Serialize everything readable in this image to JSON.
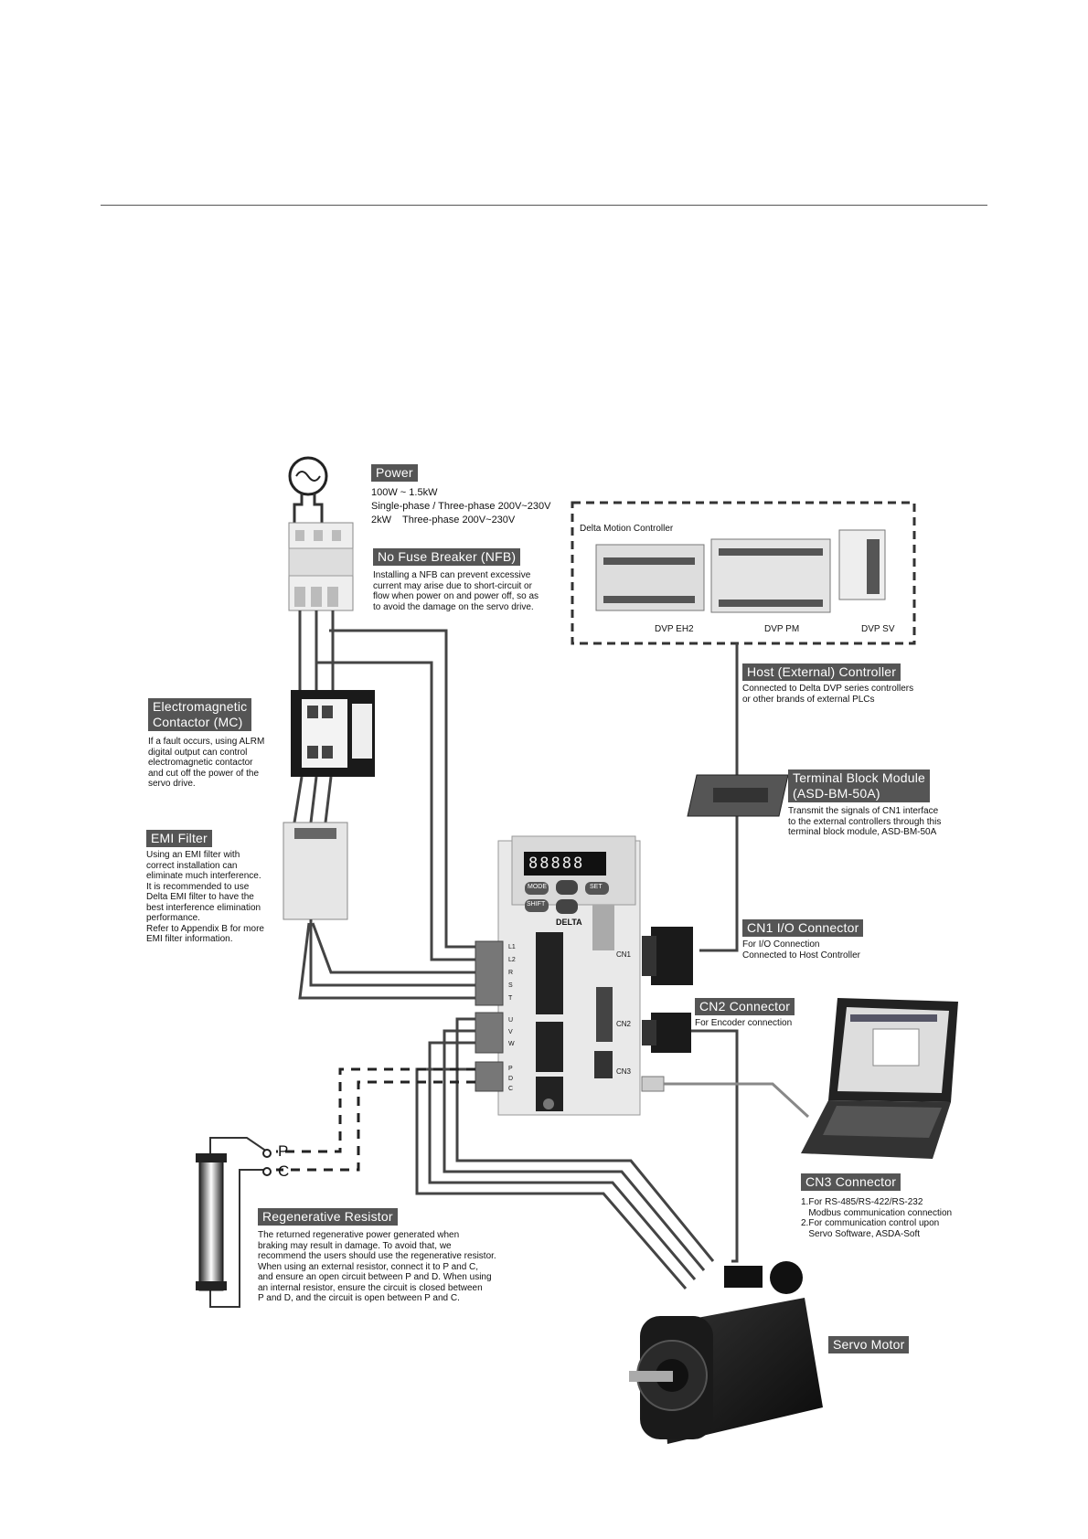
{
  "power": {
    "title": "Power",
    "lines": [
      "100W ~ 1.5kW",
      "Single-phase / Three-phase 200V~230V",
      "2kW    Three-phase 200V~230V"
    ]
  },
  "nfb": {
    "title": "No Fuse Breaker (NFB)",
    "lines": [
      "Installing a NFB can prevent excessive",
      "current may arise due to short-circuit or",
      "flow when power on and power off, so as",
      "to avoid the damage on the servo drive."
    ]
  },
  "controller": {
    "box_title": "Delta Motion Controller",
    "models": [
      "DVP EH2",
      "DVP PM",
      "DVP SV"
    ]
  },
  "host": {
    "title": "Host (External) Controller",
    "lines": [
      "Connected to Delta DVP series controllers",
      "or other brands of external PLCs"
    ]
  },
  "mc": {
    "title_l1": "Electromagnetic",
    "title_l2": "Contactor (MC)",
    "lines": [
      "If a fault occurs, using ALRM",
      "digital output can control",
      "electromagnetic contactor",
      "and cut off the power of the",
      "servo drive."
    ]
  },
  "terminal": {
    "title_l1": "Terminal Block Module",
    "title_l2": "(ASD-BM-50A)",
    "lines": [
      "Transmit the signals of CN1 interface",
      "to the external controllers through this",
      "terminal block module, ASD-BM-50A"
    ]
  },
  "emi": {
    "title": "EMI Filter",
    "lines": [
      "Using an EMI filter with",
      "correct installation can",
      "eliminate much interference.",
      "It is recommended to use",
      "Delta EMI filter to have the",
      "best interference elimination",
      "performance.",
      "Refer to Appendix B for more",
      "EMI filter information."
    ]
  },
  "cn1": {
    "title": "CN1 I/O Connector",
    "lines": [
      "For I/O Connection",
      "Connected to Host Controller"
    ]
  },
  "cn2": {
    "title": "CN2 Connector",
    "lines": [
      "For Encoder connection"
    ]
  },
  "cn3": {
    "title": "CN3 Connector",
    "lines": [
      "1.For RS-485/RS-422/RS-232",
      "   Modbus communication connection",
      "2.For communication control upon",
      "   Servo Software, ASDA-Soft"
    ]
  },
  "regen": {
    "title": "Regenerative Resistor",
    "lines": [
      "The returned regenerative power generated when",
      "braking may result in damage. To avoid that, we",
      "recommend the users should use the regenerative resistor.",
      "When using an external resistor, connect it to P and C,",
      "and ensure an open circuit between P and D. When using",
      "an internal resistor, ensure the circuit is closed between",
      "P and D, and the circuit is open between P and C."
    ]
  },
  "servo_motor": {
    "title": "Servo Motor"
  },
  "terminals": {
    "p": "P",
    "c": "C"
  },
  "drive": {
    "display": "88888",
    "buttons": [
      "MODE",
      "SET",
      "SHIFT"
    ],
    "brand": "DELTA",
    "ports": [
      "CN1",
      "CN2",
      "CN3"
    ],
    "terminal_labels": [
      "L1",
      "L2",
      "R",
      "S",
      "T",
      "U",
      "V",
      "W",
      "P",
      "D",
      "C"
    ]
  }
}
